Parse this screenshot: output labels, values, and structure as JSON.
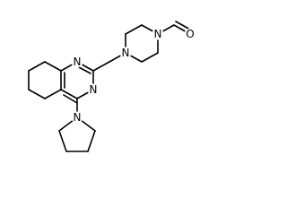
{
  "molecule": {
    "atoms": {
      "n_quinazoline_1": "N",
      "n_quinazoline_3": "N",
      "n_piperazine_1": "N",
      "n_piperazine_4": "N",
      "n_pyrrolidine": "N",
      "o_formyl": "O"
    }
  }
}
